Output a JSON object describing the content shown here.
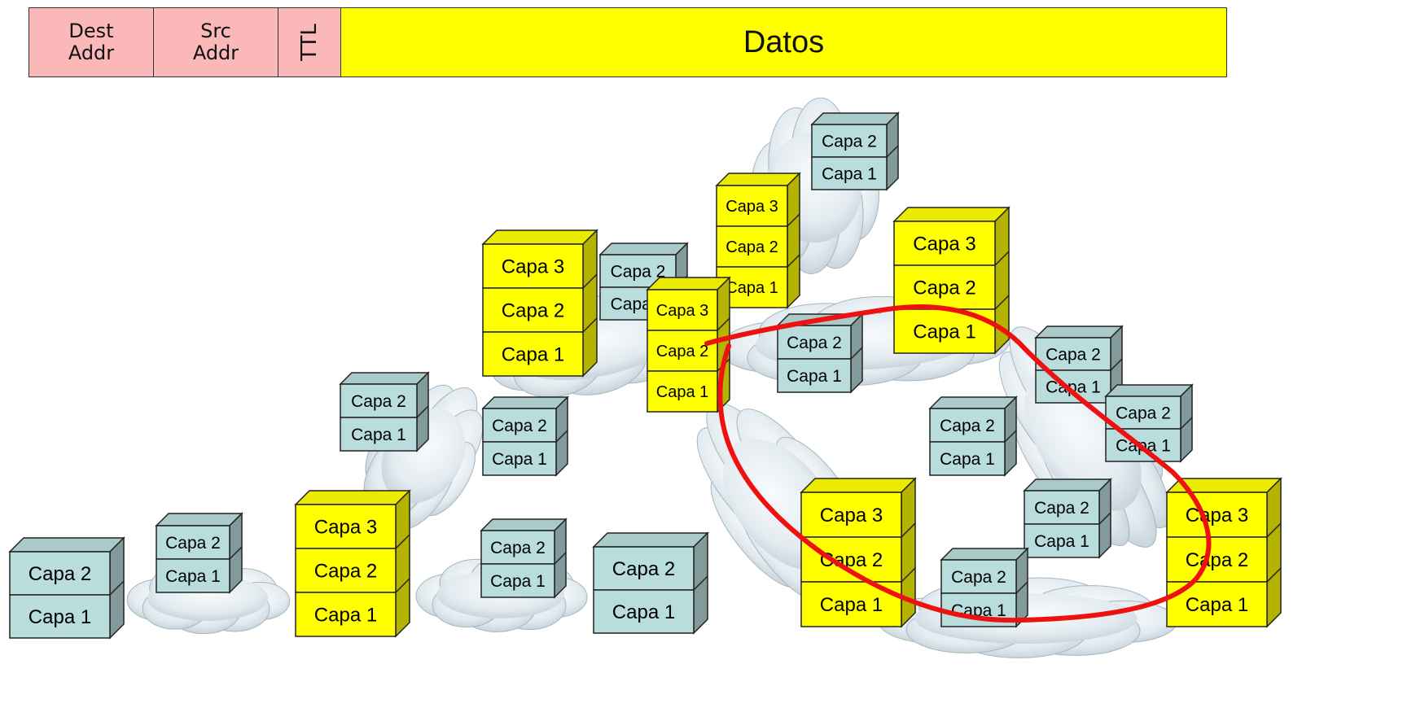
{
  "header": {
    "dest_addr": [
      "Dest",
      "Addr"
    ],
    "src_addr": [
      "Src",
      "Addr"
    ],
    "ttl": "TTL",
    "datos": "Datos"
  },
  "colors": {
    "router": "#ffff00",
    "switch": "#b9dcdc",
    "header_fields": "#fbb8b8",
    "header_data": "#ffff00",
    "loop": "#ee1111",
    "cloud": "#e4ecf1"
  },
  "layer_labels": {
    "l1": "Capa 1",
    "l2": "Capa 2",
    "l3": "Capa 3"
  },
  "devices": [
    {
      "id": "sw-a",
      "type": "switch",
      "layers": [
        "Capa 2",
        "Capa 1"
      ]
    },
    {
      "id": "sw-b",
      "type": "switch",
      "layers": [
        "Capa 2",
        "Capa 1"
      ]
    },
    {
      "id": "r-a",
      "type": "router",
      "layers": [
        "Capa 3",
        "Capa 2",
        "Capa 1"
      ]
    },
    {
      "id": "sw-c",
      "type": "switch",
      "layers": [
        "Capa 2",
        "Capa 1"
      ]
    },
    {
      "id": "sw-d",
      "type": "switch",
      "layers": [
        "Capa 2",
        "Capa 1"
      ]
    },
    {
      "id": "r-b",
      "type": "router",
      "layers": [
        "Capa 3",
        "Capa 2",
        "Capa 1"
      ]
    },
    {
      "id": "sw-e",
      "type": "switch",
      "layers": [
        "Capa 2",
        "Capa 1"
      ]
    },
    {
      "id": "sw-f",
      "type": "switch",
      "layers": [
        "Capa 2",
        "Capa 1"
      ]
    },
    {
      "id": "sw-g",
      "type": "switch",
      "layers": [
        "Capa 2",
        "Capa 1"
      ]
    },
    {
      "id": "r-c",
      "type": "router",
      "layers": [
        "Capa 3",
        "Capa 2",
        "Capa 1"
      ]
    },
    {
      "id": "r-d",
      "type": "router",
      "layers": [
        "Capa 3",
        "Capa 2",
        "Capa 1"
      ]
    },
    {
      "id": "sw-h",
      "type": "switch",
      "layers": [
        "Capa 2",
        "Capa 1"
      ]
    },
    {
      "id": "sw-i",
      "type": "switch",
      "layers": [
        "Capa 2",
        "Capa 1"
      ]
    },
    {
      "id": "r-e",
      "type": "router",
      "layers": [
        "Capa 3",
        "Capa 2",
        "Capa 1"
      ]
    },
    {
      "id": "sw-j",
      "type": "switch",
      "layers": [
        "Capa 2",
        "Capa 1"
      ]
    },
    {
      "id": "sw-k",
      "type": "switch",
      "layers": [
        "Capa 2",
        "Capa 1"
      ]
    },
    {
      "id": "sw-l",
      "type": "switch",
      "layers": [
        "Capa 2",
        "Capa 1"
      ]
    },
    {
      "id": "r-f",
      "type": "router",
      "layers": [
        "Capa 3",
        "Capa 2",
        "Capa 1"
      ]
    },
    {
      "id": "sw-m",
      "type": "switch",
      "layers": [
        "Capa 2",
        "Capa 1"
      ]
    },
    {
      "id": "sw-n",
      "type": "switch",
      "layers": [
        "Capa 2",
        "Capa 1"
      ]
    },
    {
      "id": "r-g",
      "type": "router",
      "layers": [
        "Capa 3",
        "Capa 2",
        "Capa 1"
      ]
    }
  ]
}
